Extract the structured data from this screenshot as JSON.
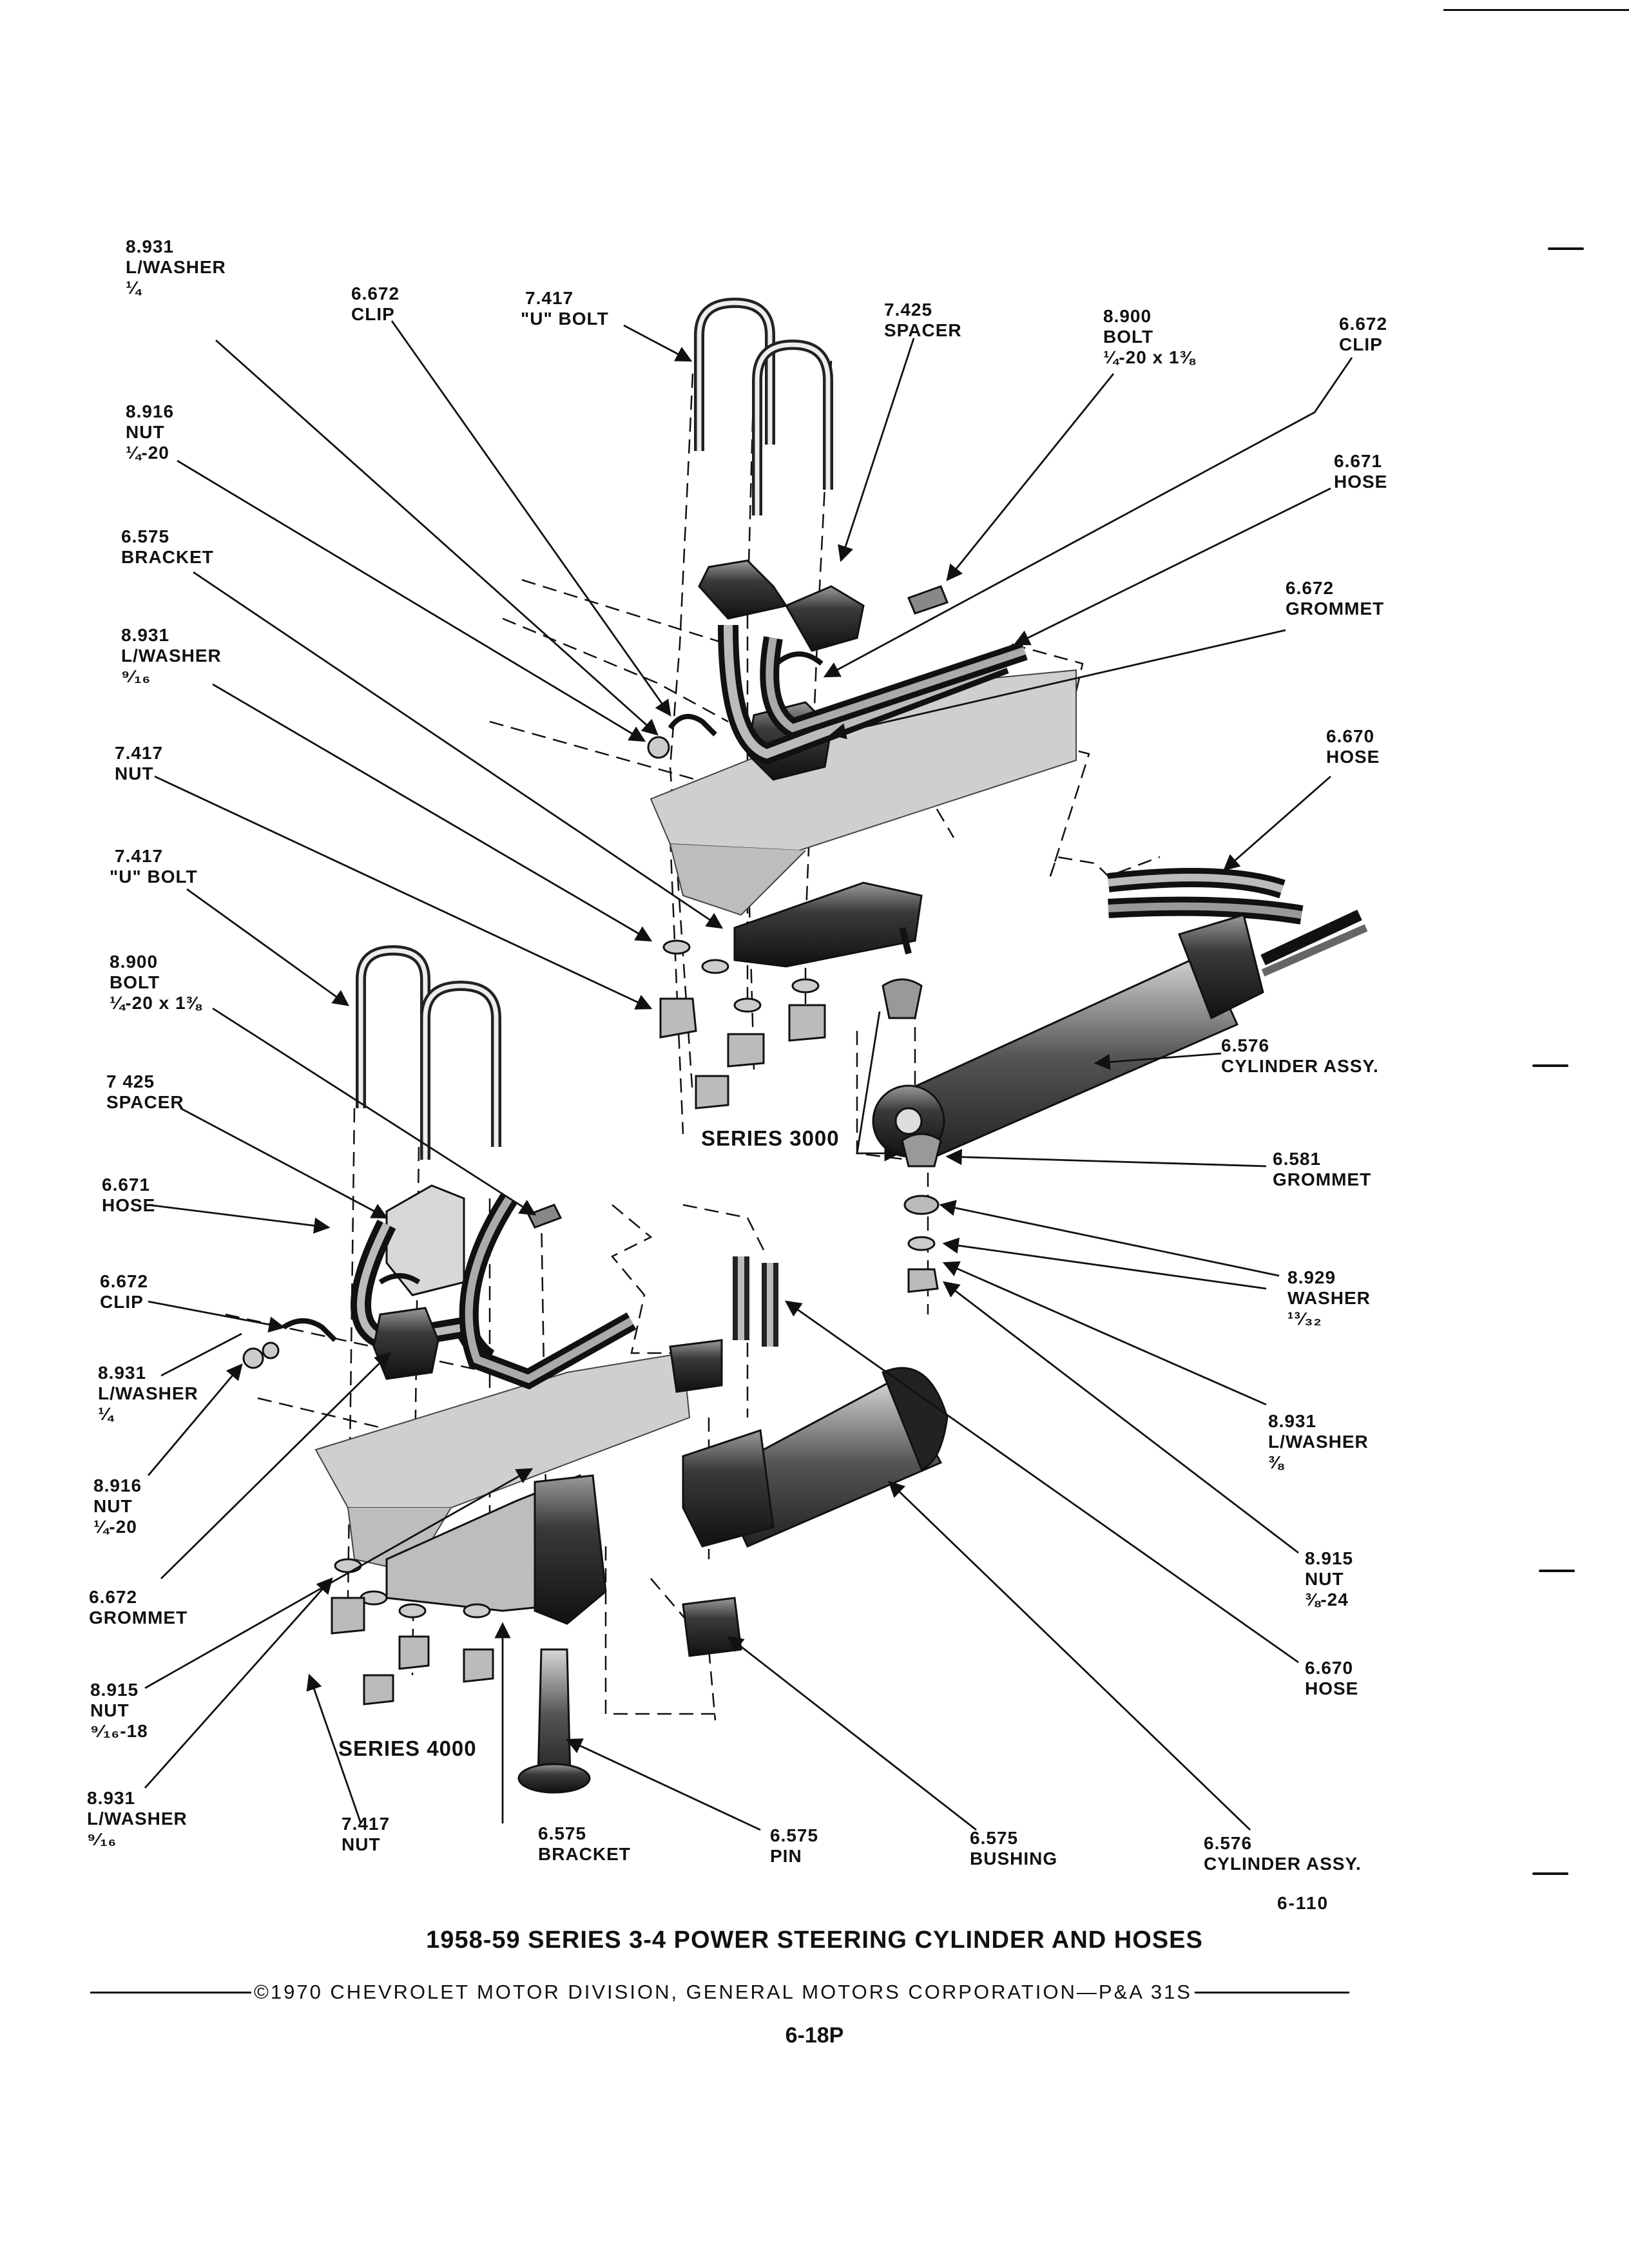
{
  "labels": {
    "s3_lwasher_quarter": [
      "8.931",
      "L/WASHER",
      "¼"
    ],
    "s3_clip_a": [
      "6.672",
      "CLIP"
    ],
    "s3_ubolt_top": [
      "7.417",
      "\"U\" BOLT"
    ],
    "s3_spacer": [
      "7.425",
      "SPACER"
    ],
    "s3_bolt": [
      "8.900",
      "BOLT",
      "¼-20 x 1⅜"
    ],
    "s3_clip_b": [
      "6.672",
      "CLIP"
    ],
    "s3_nut_quarter": [
      "8.916",
      "NUT",
      "¼-20"
    ],
    "s3_hose_671": [
      "6.671",
      "HOSE"
    ],
    "s3_bracket": [
      "6.575",
      "BRACKET"
    ],
    "s3_grommet_672": [
      "6.672",
      "GROMMET"
    ],
    "s3_lwasher_916": [
      "8.931",
      "L/WASHER",
      "⁹⁄₁₆"
    ],
    "s3_nut_417": [
      "7.417",
      "NUT"
    ],
    "s3_hose_670": [
      "6.670",
      "HOSE"
    ],
    "s4_ubolt": [
      "7.417",
      "\"U\" BOLT"
    ],
    "s4_bolt": [
      "8.900",
      "BOLT",
      "¼-20 x 1⅜"
    ],
    "s3_cylinder": [
      "6.576",
      "CYLINDER ASSY."
    ],
    "s4_spacer": [
      "7 425",
      "SPACER"
    ],
    "s3_grommet_581": [
      "6.581",
      "GROMMET"
    ],
    "s4_hose_671": [
      "6.671",
      "HOSE"
    ],
    "s3_washer_929": [
      "8.929",
      "WASHER",
      "¹³⁄₃₂"
    ],
    "s4_clip": [
      "6.672",
      "CLIP"
    ],
    "s4_lwasher_quarter": [
      "8.931",
      "L/WASHER",
      "¼"
    ],
    "s3_lwasher_38": [
      "8.931",
      "L/WASHER",
      "⅜"
    ],
    "s4_nut_quarter": [
      "8.916",
      "NUT",
      "¼-20"
    ],
    "s3_nut_915": [
      "8.915",
      "NUT",
      "⅜-24"
    ],
    "s4_grommet": [
      "6.672",
      "GROMMET"
    ],
    "s4_nut_915": [
      "8.915",
      "NUT",
      "⁹⁄₁₆-18"
    ],
    "s4_hose_670": [
      "6.670",
      "HOSE"
    ],
    "s4_lwasher_916": [
      "8.931",
      "L/WASHER",
      "⁹⁄₁₆"
    ],
    "s4_nut_417": [
      "7.417",
      "NUT"
    ],
    "s4_bracket": [
      "6.575",
      "BRACKET"
    ],
    "s4_pin": [
      "6.575",
      "PIN"
    ],
    "s4_bushing": [
      "6.575",
      "BUSHING"
    ],
    "s4_cylinder": [
      "6.576",
      "CYLINDER ASSY."
    ]
  },
  "series": {
    "s3000": "SERIES 3000",
    "s4000": "SERIES 4000"
  },
  "ref_code": "6-110",
  "title": "1958-59 SERIES 3-4 POWER STEERING CYLINDER AND HOSES",
  "copyright": "©1970 CHEVROLET MOTOR DIVISION, GENERAL MOTORS CORPORATION—P&A 31S",
  "page_number": "6-18P"
}
